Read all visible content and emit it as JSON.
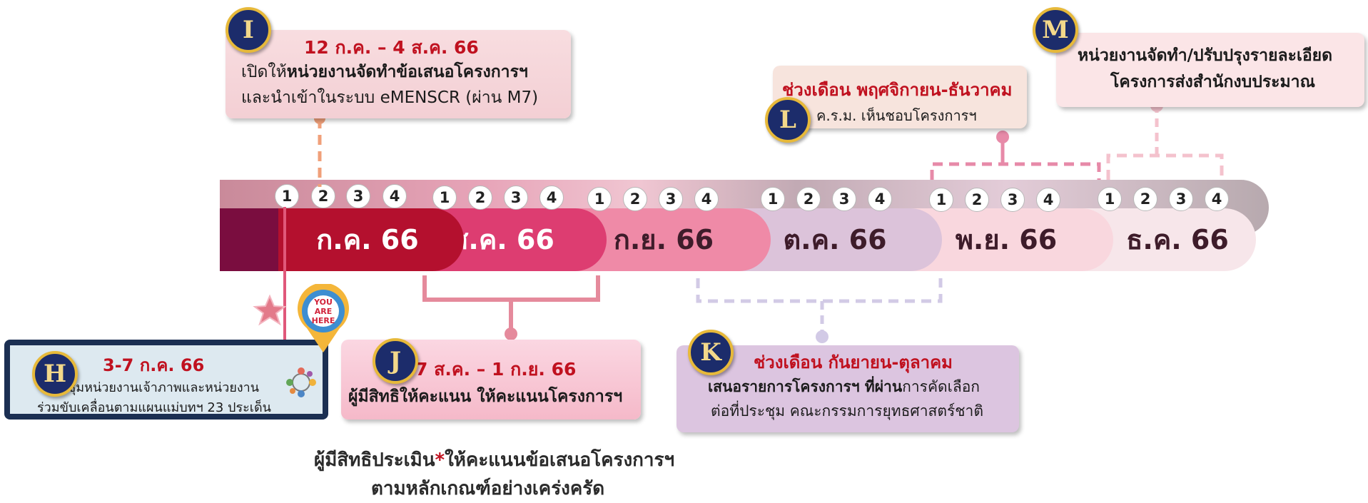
{
  "months": [
    {
      "label": "ก.ค. 66",
      "weeks": [
        "1",
        "2",
        "3",
        "4"
      ]
    },
    {
      "label": "ส.ค. 66",
      "weeks": [
        "1",
        "2",
        "3",
        "4"
      ]
    },
    {
      "label": "ก.ย. 66",
      "weeks": [
        "1",
        "2",
        "3",
        "4"
      ]
    },
    {
      "label": "ต.ค. 66",
      "weeks": [
        "1",
        "2",
        "3",
        "4"
      ]
    },
    {
      "label": "พ.ย. 66",
      "weeks": [
        "1",
        "2",
        "3",
        "4"
      ]
    },
    {
      "label": "ธ.ค. 66",
      "weeks": [
        "1",
        "2",
        "3",
        "4"
      ]
    }
  ],
  "steps": {
    "I": {
      "badge": "I",
      "date": "12 ก.ค. – 4 ส.ค. 66",
      "line1_plain": "เปิดให้",
      "line1_bold": "หน่วยงานจัดทำข้อเสนอโครงการฯ",
      "line2": "และนำเข้าในระบบ eMENSCR (ผ่าน M7)"
    },
    "L": {
      "badge": "L",
      "date": "ช่วงเดือน พฤศจิกายน-ธันวาคม",
      "text": "ค.ร.ม. เห็นชอบโครงการฯ"
    },
    "M": {
      "badge": "M",
      "line1": "หน่วยงานจัดทำ/ปรับปรุงรายละเอียด",
      "line2": "โครงการส่งสำนักงบประมาณ"
    },
    "H": {
      "badge": "H",
      "date": "3-7 ก.ค. 66",
      "line1": "ชุมหน่วยงานเจ้าภาพและหน่วยงาน",
      "line2": "ร่วมขับเคลื่อนตามแผนแม่บทฯ 23 ประเด็น"
    },
    "J": {
      "badge": "J",
      "date": "7 ส.ค. – 1 ก.ย. 66",
      "text": "ผู้มีสิทธิให้คะแนน ให้คะแนนโครงการฯ"
    },
    "K": {
      "badge": "K",
      "date": "ช่วงเดือน กันยายน-ตุลาคม",
      "line1_bold": "เสนอรายการโครงการฯ ที่ผ่าน",
      "line1_plain": "การคัดเลือก",
      "line2": "ต่อที่ประชุม คณะกรรมการยุทธศาสตร์ชาติ"
    }
  },
  "you_are_here": {
    "line1": "YOU",
    "line2": "ARE",
    "line3": "HERE"
  },
  "footnote": {
    "line1_a": "ผู้มีสิทธิประเมิน",
    "star": "*",
    "line1_b": "ให้คะแนนข้อเสนอโครงการฯ",
    "line2": "ตามหลักเกณฑ์อย่างเคร่งครัด"
  },
  "colors": {
    "red_text": "#c0111f",
    "badge_navy": "#1c2c6b",
    "badge_gold": "#e7b93a"
  }
}
